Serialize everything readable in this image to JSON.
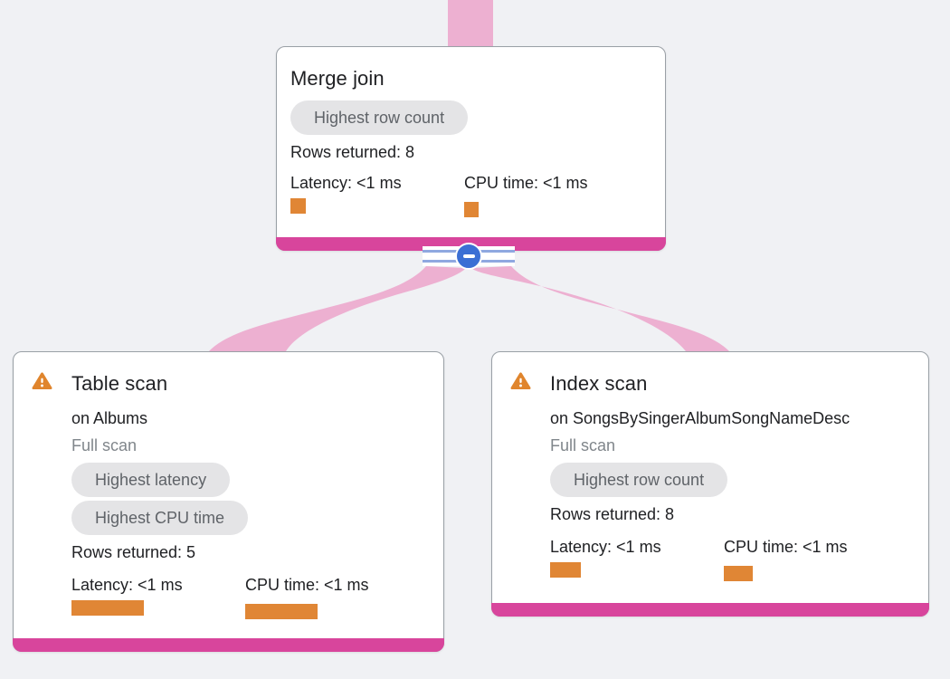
{
  "colors": {
    "background": "#f0f1f4",
    "edge_pink": "#edb0d1",
    "accent_pink": "#d8459c",
    "bar_orange": "#e08635",
    "warning_orange": "#e0852d",
    "badge_bg": "#e4e4e6",
    "badge_text": "#5f6368",
    "collapse_blue": "#3b6fd4",
    "card_border": "#9aa0a6"
  },
  "icons": {
    "warning": "warning-triangle-icon",
    "collapse": "minus-icon"
  },
  "nodes": {
    "merge": {
      "title": "Merge join",
      "badges": [
        "Highest row count"
      ],
      "rows_returned": "Rows returned: 8",
      "latency": "Latency: <1 ms",
      "cpu": "CPU time: <1 ms",
      "latency_bar_style": "width:17px",
      "cpu_bar_style": "width:16px"
    },
    "table": {
      "title": "Table scan",
      "subtitle": "on Albums",
      "scan_type": "Full scan",
      "badges": [
        "Highest latency",
        "Highest CPU time"
      ],
      "rows_returned": "Rows returned: 5",
      "latency": "Latency: <1 ms",
      "cpu": "CPU time: <1 ms",
      "latency_bar_style": "width:80px",
      "cpu_bar_style": "width:80px"
    },
    "index": {
      "title": "Index scan",
      "subtitle": "on SongsBySingerAlbumSongNameDesc",
      "scan_type": "Full scan",
      "badges": [
        "Highest row count"
      ],
      "rows_returned": "Rows returned: 8",
      "latency": "Latency: <1 ms",
      "cpu": "CPU time: <1 ms",
      "latency_bar_style": "width:34px",
      "cpu_bar_style": "width:32px"
    }
  }
}
